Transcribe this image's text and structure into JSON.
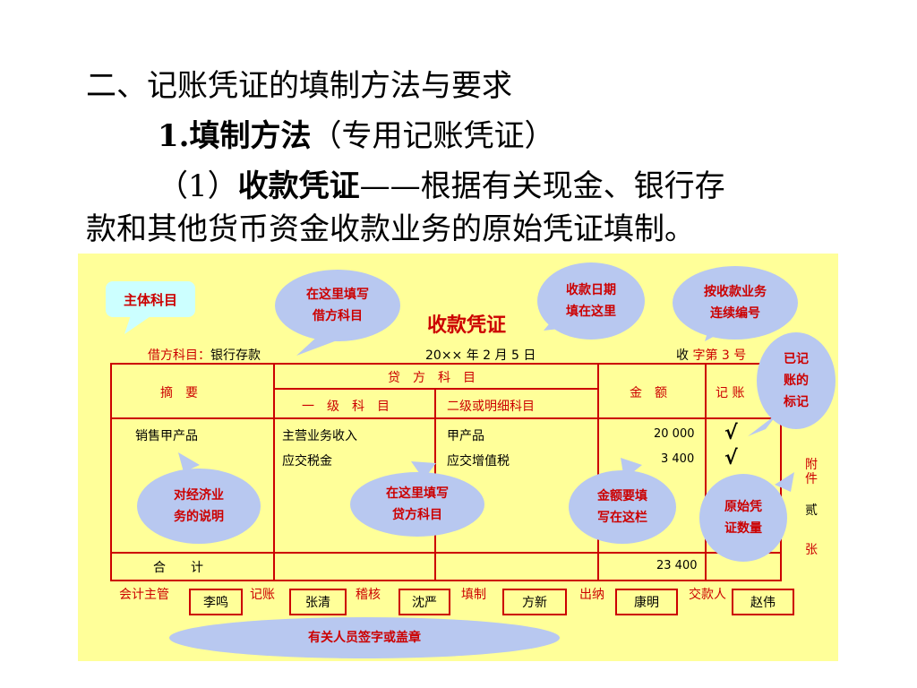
{
  "text": {
    "heading": "二、记账凭证的填制方法与要求",
    "sub_title": "1.填制方法",
    "sub_title_paren": "（专用记账凭证）",
    "item_num": "（1）",
    "item_name": "收款凭证",
    "item_dash": "——",
    "item_desc": "根据有关现金、银行存",
    "item_desc2": "款和其他货币资金收款业务的原始凭证填制。"
  },
  "voucher": {
    "title": "收款凭证",
    "debit_label": "借方科目：",
    "debit_account": "银行存款",
    "date": "20××  年  2 月 5  日",
    "number_prefix": "收",
    "number": "字第 3 号",
    "col_summary": "摘　要",
    "col_credit": "贷　方　科　目",
    "col_level1": "一　级　科　目",
    "col_level2": "二级或明细科目",
    "col_amount": "金　额",
    "col_posted": "记 账",
    "rows": [
      {
        "summary": "销售甲产品",
        "level1": "主营业务收入",
        "level2": "甲产品",
        "amount": "20 000",
        "mark": "√"
      },
      {
        "summary": "",
        "level1": "应交税金",
        "level2": "应交增值税",
        "amount": "3 400",
        "mark": "√"
      }
    ],
    "total_label": "合　　计",
    "total_amount": "23 400",
    "attach_label": "附件",
    "attach_count": "贰",
    "attach_unit": "张",
    "sign_labels": [
      "会计主管",
      "记账",
      "稽核",
      "填制",
      "出纳",
      "交款人"
    ],
    "sign_names": [
      "李鸣",
      "张清",
      "沈严",
      "方新",
      "康明",
      "赵伟"
    ]
  },
  "callouts": {
    "subject": "主体科目",
    "debit": "在这里填写\n借方科目",
    "date": "收款日期\n填在这里",
    "numbering": "按收款业务\n连续编号",
    "posted": "已记\n账的\n标记",
    "summary": "对经济业\n务的说明",
    "credit": "在这里填写\n贷方科目",
    "amount": "金额要填\n写在这栏",
    "attachments": "原始凭\n证数量",
    "signatures": "有关人员签字或盖章"
  },
  "colors": {
    "panel": "#ffff99",
    "accent": "#cc0000",
    "bubble": "#b8c8f0",
    "subject_box": "#ccffff"
  }
}
